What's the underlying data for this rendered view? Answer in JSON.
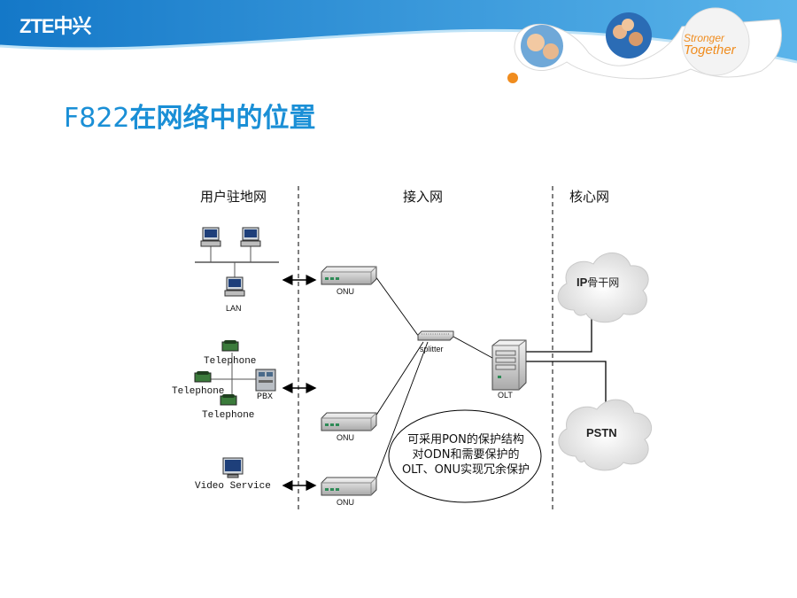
{
  "header": {
    "logo_text": "ZTE中兴",
    "slogan_line1": "Stronger",
    "slogan_line2": "Together",
    "brand_color": "#1a8fd6",
    "accent_color": "#f08c1e"
  },
  "title": {
    "part1": "F822",
    "part2": "在网络中的位置"
  },
  "sections": {
    "user": "用户驻地网",
    "access": "接入网",
    "core": "核心网"
  },
  "devices": {
    "lan": "LAN",
    "telephone_1": "Telephone",
    "telephone_2": "Telephone",
    "telephone_3": "Telephone",
    "pbx": "PBX",
    "video_service": "Video Service",
    "onu_1": "ONU",
    "onu_2": "ONU",
    "onu_3": "ONU",
    "splitter": "splitter",
    "olt": "OLT"
  },
  "clouds": {
    "ip_prefix": "IP",
    "ip_suffix": "骨干网",
    "pstn": "PSTN"
  },
  "note": {
    "line1": "可采用PON的保护结构",
    "line2": "对ODN和需要保护的",
    "line3": "OLT、ONU实现冗余保护"
  }
}
